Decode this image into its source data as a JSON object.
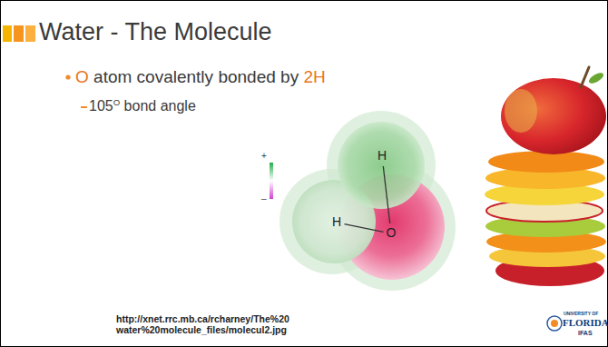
{
  "diagram": {
    "title": "Water - The Molecule",
    "nodes": [
      {
        "text": [
          "H"
        ]
      },
      {
        "text": [
          "H"
        ]
      },
      {
        "text": [
          "O"
        ]
      }
    ],
    "edges": [
      {
        "from": 0,
        "to": 2,
        "arrow": "none"
      },
      {
        "from": 1,
        "to": 2,
        "arrow": "none"
      }
    ],
    "labels": [
      "O atom covalently bonded by 2H",
      "105O bond angle",
      "+",
      "–",
      "http://xnet.rrc.mb.ca/rcharney/The%20 water%20molecule_files/molecul2.jpg",
      "UNIVERSITY OF",
      "FLORIDA",
      "IFAS"
    ]
  }
}
